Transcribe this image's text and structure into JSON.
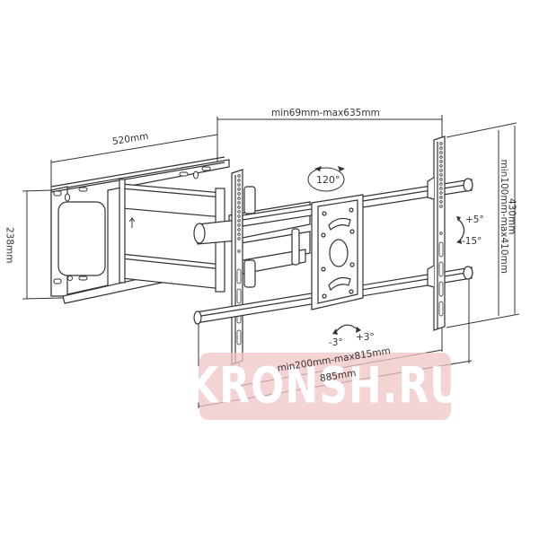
{
  "diagram": {
    "subject": "Full-motion TV wall mount bracket technical drawing",
    "dimensions": {
      "wall_plate_width": "520mm",
      "wall_plate_height": "238mm",
      "extension": "min69mm-max635mm",
      "vertical_range_outer": "430mm",
      "vertical_range_inner": "min100mm-max410mm",
      "horizontal_range_inner": "min200mm-max815mm",
      "horizontal_range_outer": "885mm"
    },
    "angles": {
      "swivel": "120°",
      "tilt_up": "+5°",
      "tilt_down": "-15°",
      "level_minus": "-3°",
      "level_plus": "+3°"
    },
    "watermark": {
      "text": "KRONSH.RU",
      "color": "#f0c4c6"
    },
    "colors": {
      "line": "#333333",
      "background": "#ffffff"
    }
  }
}
